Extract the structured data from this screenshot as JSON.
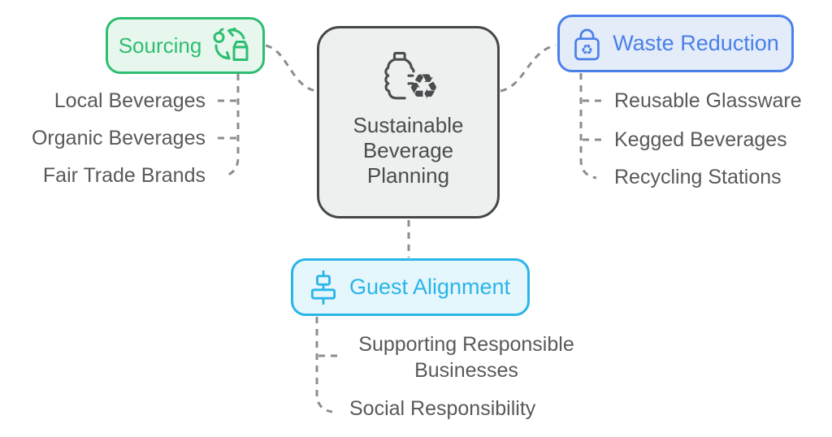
{
  "title": "Sustainable Beverage Planning",
  "center_node": {
    "label": "Sustainable Beverage Planning",
    "icon": "bottle-recycle-icon"
  },
  "branch_sourcing": {
    "label": "Sourcing",
    "icon": "sourcing-cycle-icon",
    "accent_color": "#2EBE71",
    "background_color": "#E7F7EE",
    "items": [
      "Local Beverages",
      "Organic Beverages",
      "Fair Trade Brands"
    ]
  },
  "branch_waste": {
    "label": "Waste Reduction",
    "icon": "recycle-lock-icon",
    "accent_color": "#4A80E8",
    "background_color": "#E4ECFA",
    "items": [
      "Reusable Glassware",
      "Kegged Beverages",
      "Recycling Stations"
    ]
  },
  "branch_guest": {
    "label": "Guest Alignment",
    "icon": "align-center-icon",
    "accent_color": "#2AB5E8",
    "background_color": "#E5F6FC",
    "items": [
      "Supporting Responsible Businesses",
      "Social Responsibility"
    ]
  },
  "colors": {
    "center_border": "#45474A",
    "center_background": "#EEEFEF",
    "center_text": "#4A4C4E",
    "connector": "#8C8D8E",
    "item_text": "#59595B",
    "page_background": "#FFFFFF"
  }
}
